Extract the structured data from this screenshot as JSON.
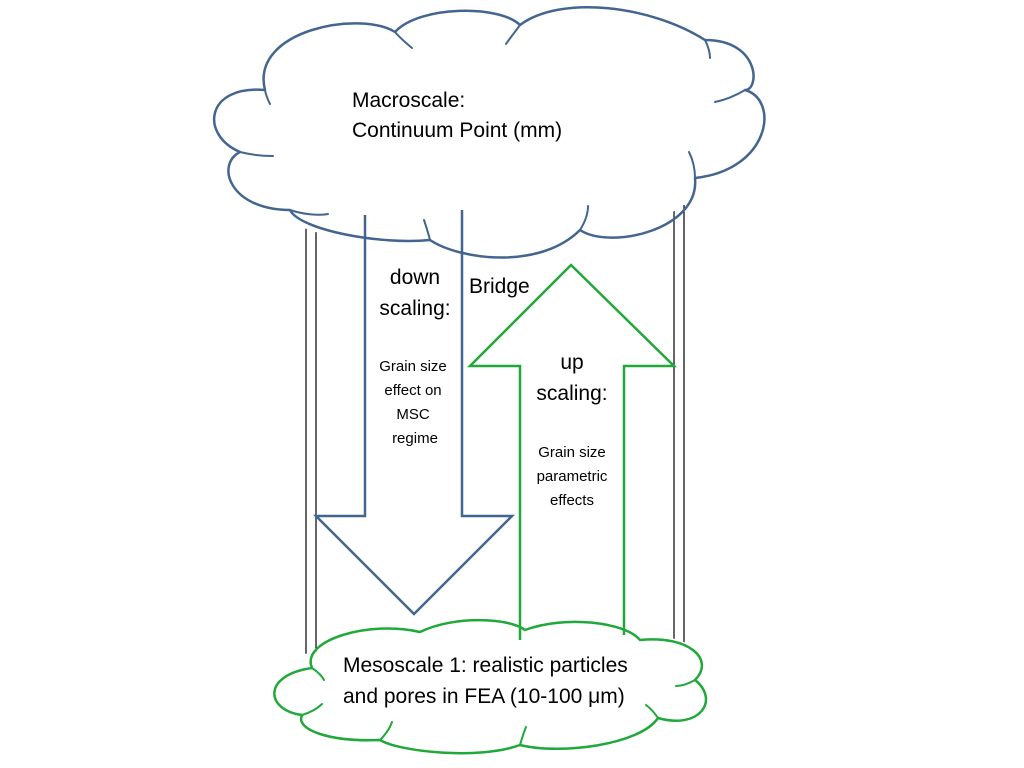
{
  "colors": {
    "macro_cloud": "#43658f",
    "down_arrow": "#43658f",
    "up_arrow": "#21a83a",
    "meso_cloud": "#21a83a",
    "bridge_lines": "#000000",
    "text": "#000000"
  },
  "macro_cloud": {
    "line1": "Macroscale:",
    "line2": "Continuum Point (mm)"
  },
  "down_arrow": {
    "title1": "down",
    "title2": "scaling:",
    "desc": [
      "Grain size",
      "effect on",
      "MSC",
      "regime"
    ]
  },
  "bridge_label": "Bridge",
  "up_arrow": {
    "title1": "up",
    "title2": "scaling:",
    "desc": [
      "Grain size",
      "parametric",
      "effects"
    ]
  },
  "meso_cloud": {
    "line1": "Mesoscale 1: realistic particles",
    "line2": "and pores in FEA (10-100 μm)"
  }
}
